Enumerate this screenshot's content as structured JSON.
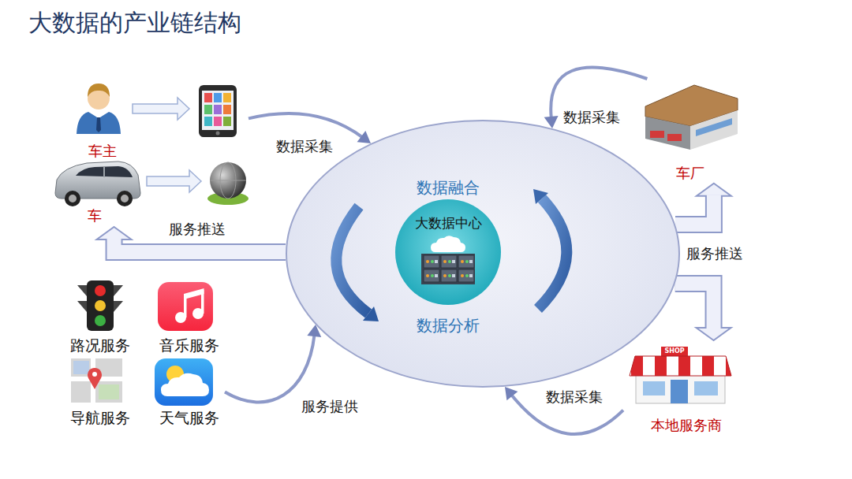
{
  "diagram": {
    "title": "大数据的产业链结构",
    "nodes": [
      {
        "text": [
          "车主"
        ]
      },
      {
        "text": [
          "车"
        ]
      },
      {
        "text": [
          "车厂"
        ]
      },
      {
        "text": [
          "数据融合",
          "数据分析"
        ]
      },
      {
        "text": [
          "大数据中心"
        ],
        "in": 3
      },
      {
        "text": [
          "路况服务"
        ]
      },
      {
        "text": [
          "音乐服务"
        ]
      },
      {
        "text": [
          "导航服务"
        ]
      },
      {
        "text": [
          "天气服务"
        ]
      },
      {
        "text": [
          "本地服务商"
        ]
      }
    ],
    "edges": [
      {
        "from": 0,
        "to": 3,
        "arrow": "to",
        "label": "数据采集"
      },
      {
        "from": 3,
        "to": 1,
        "arrow": "to",
        "label": "服务推送"
      },
      {
        "from": 2,
        "to": 3,
        "arrow": "to",
        "label": "数据采集"
      },
      {
        "from": 3,
        "to": 2,
        "arrow": "to",
        "label": "服务推送"
      },
      {
        "from": 3,
        "to": 9,
        "arrow": "to"
      },
      {
        "from": 9,
        "to": 3,
        "arrow": "to",
        "label": "数据采集"
      },
      {
        "from": 8,
        "to": 3,
        "arrow": "to",
        "label": "服务提供"
      }
    ],
    "labels": [
      "SHOP"
    ]
  }
}
